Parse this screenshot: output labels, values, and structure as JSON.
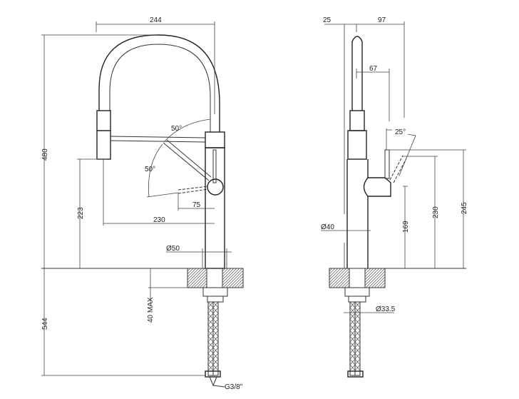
{
  "front_view": {
    "width_244": "244",
    "height_480": "480",
    "angle_upper": "50°",
    "angle_lower": "50°",
    "reach_75": "75",
    "reach_230": "230",
    "clearance_223": "223",
    "diameter_50": "Ø50",
    "deck_40max": "40 MAX",
    "below_544": "544",
    "connection": "G3/8\""
  },
  "side_view": {
    "offset_25": "25",
    "offset_97": "97",
    "offset_67": "67",
    "angle_25": "25°",
    "height_245": "245",
    "height_230": "230",
    "height_169": "169",
    "diameter_40": "Ø40",
    "diameter_33_5": "Ø33.5"
  }
}
